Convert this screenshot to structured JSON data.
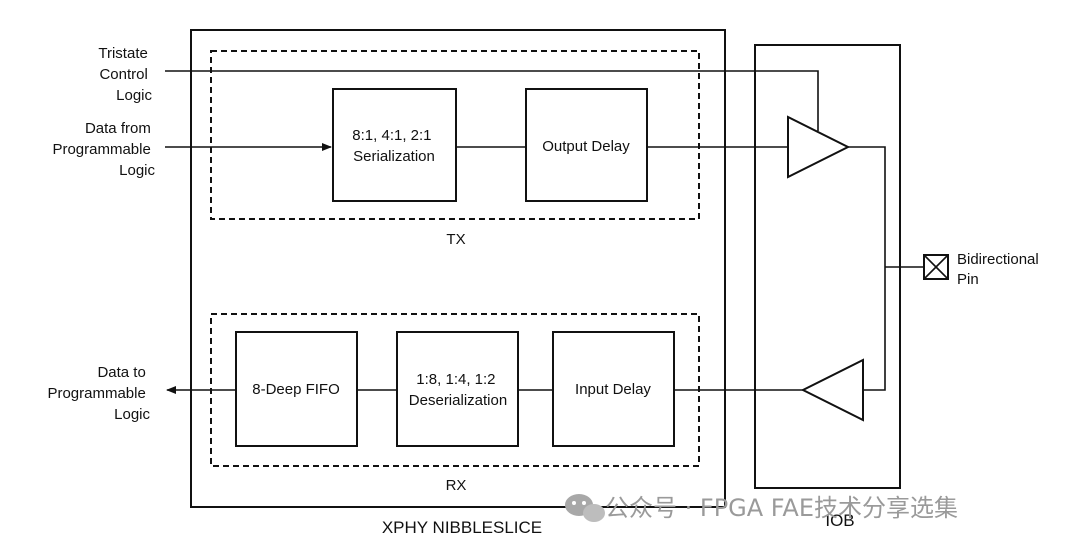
{
  "inputs": {
    "tristate": [
      "Tristate",
      "Control",
      "Logic"
    ],
    "data_from": [
      "Data from",
      "Programmable",
      "Logic"
    ],
    "data_to": [
      "Data to",
      "Programmable",
      "Logic"
    ]
  },
  "tx": {
    "label": "TX",
    "serialization": [
      "8:1, 4:1, 2:1",
      "Serialization"
    ],
    "output_delay": "Output Delay"
  },
  "rx": {
    "label": "RX",
    "fifo": "8-Deep FIFO",
    "deserialization": [
      "1:8, 1:4, 1:2",
      "Deserialization"
    ],
    "input_delay": "Input Delay"
  },
  "outer_label": "XPHY NIBBLESLICE",
  "iob_label": "IOB",
  "pin": [
    "Bidirectional",
    "Pin"
  ],
  "watermark": "公众号 · FPGA FAE技术分享选集",
  "colors": {
    "line": "#111111",
    "watermark": "#9a9a9a"
  }
}
